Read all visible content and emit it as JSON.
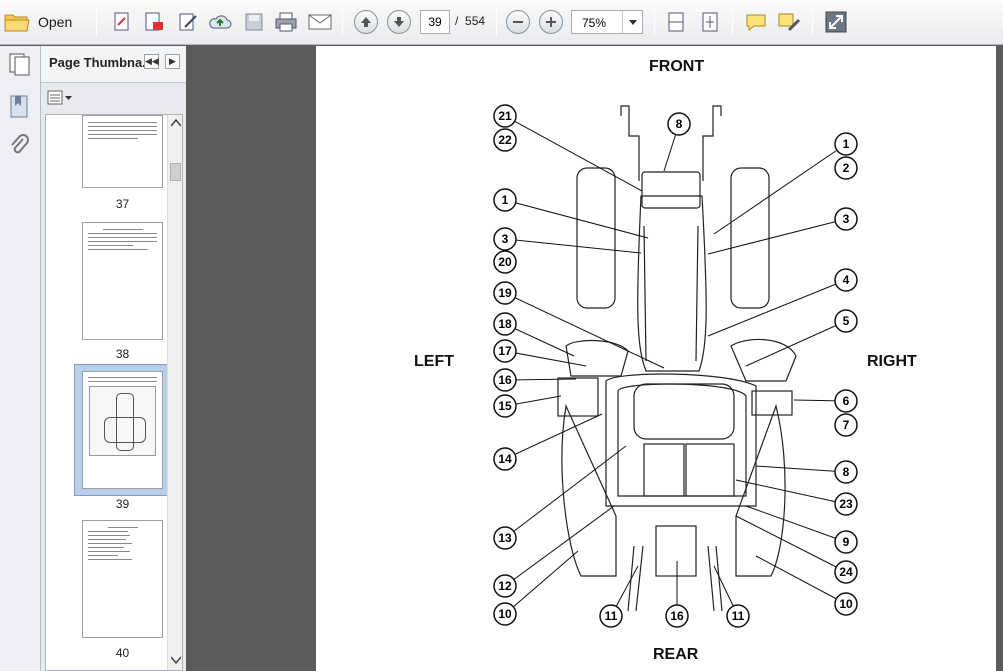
{
  "toolbar": {
    "open_label": "Open",
    "current_page": "39",
    "page_separator": "/",
    "total_pages": "554",
    "zoom": "75%"
  },
  "thumbnails": {
    "title": "Page Thumbna...",
    "pages": [
      {
        "label": "37"
      },
      {
        "label": "38"
      },
      {
        "label": "39",
        "selected": true
      },
      {
        "label": "40"
      }
    ]
  },
  "document": {
    "front": "FRONT",
    "rear": "REAR",
    "left": "LEFT",
    "right": "RIGHT",
    "callouts": [
      "21",
      "22",
      "8",
      "1",
      "2",
      "1",
      "3",
      "3",
      "20",
      "19",
      "4",
      "5",
      "18",
      "17",
      "16",
      "15",
      "6",
      "7",
      "14",
      "8",
      "23",
      "13",
      "9",
      "12",
      "24",
      "10",
      "11",
      "16",
      "11",
      "10"
    ]
  },
  "colors": {
    "selection": "#b7cfe8",
    "page_bg": "#ffffff",
    "workspace": "#5c5c5c"
  }
}
